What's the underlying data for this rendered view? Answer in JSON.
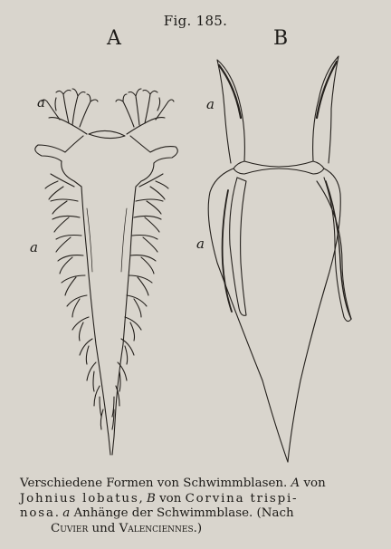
{
  "figure": {
    "title": "Fig. 185.",
    "panels": {
      "a_label": "A",
      "b_label": "B"
    },
    "annotations": {
      "a1": "a",
      "a2": "a",
      "b1": "a",
      "b2": "a"
    }
  },
  "caption": {
    "l1_pre": "Verschiedene Formen von Schwimmblasen. ",
    "l1_A": "A",
    "l1_post": " von",
    "l2_species1": "Johnius lobatus",
    "l2_sep": ", ",
    "l2_B": "B",
    "l2_von": " von ",
    "l2_species2": "Corvina trispi-",
    "l3_species2_end": "nosa",
    "l3_mid": ".  ",
    "l3_a": "a",
    "l3_post": " Anhänge der Schwimmblase. (Nach",
    "l4_author1": "Cuvier",
    "l4_und": " und ",
    "l4_author2": "Valenciennes",
    "l4_end": ".)"
  }
}
